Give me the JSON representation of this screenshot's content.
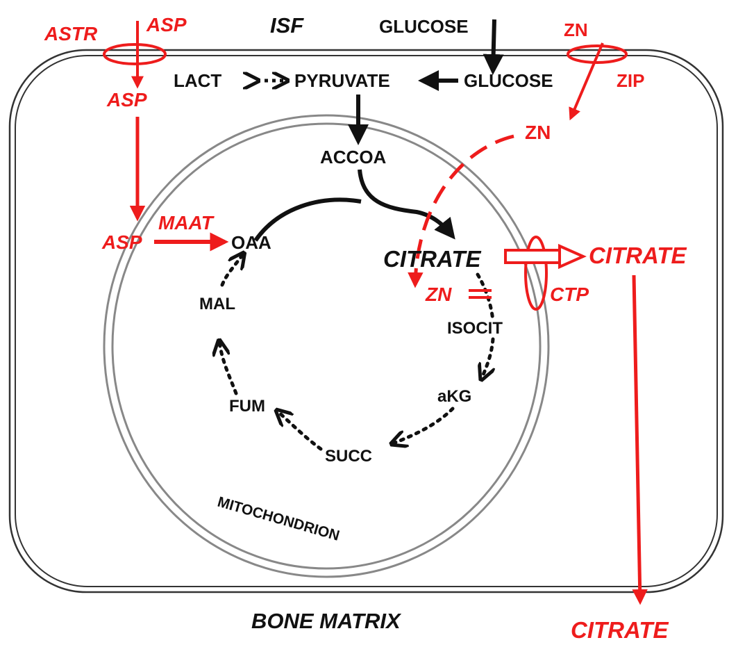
{
  "labels": {
    "isf": "ISF",
    "bone_matrix": "BONE MATRIX",
    "mitochondrion": "MITOCHONDRION",
    "glucose_out": "GLUCOSE",
    "glucose_in": "GLUCOSE",
    "pyruvate": "PYRUVATE",
    "lact": "LACT",
    "accoa": "ACCOA",
    "citrate_mito": "CITRATE",
    "citrate_cyto": "CITRATE",
    "citrate_matrix": "CITRATE",
    "isocit": "ISOCIT",
    "akg": "aKG",
    "succ": "SUCC",
    "fum": "FUM",
    "mal": "MAL",
    "oaa": "OAA",
    "asp_out": "ASP",
    "asp_in": "ASP",
    "asp_mito": "ASP",
    "astr": "ASTR",
    "maat": "MAAT",
    "zn_out": "ZN",
    "zn_in": "ZN",
    "zn_mito": "ZN",
    "zip": "ZIP",
    "ctp": "CTP"
  },
  "colors": {
    "black": "#111111",
    "red": "#ee1c1c",
    "membrane": "#333333",
    "mito_membrane": "#888888"
  }
}
